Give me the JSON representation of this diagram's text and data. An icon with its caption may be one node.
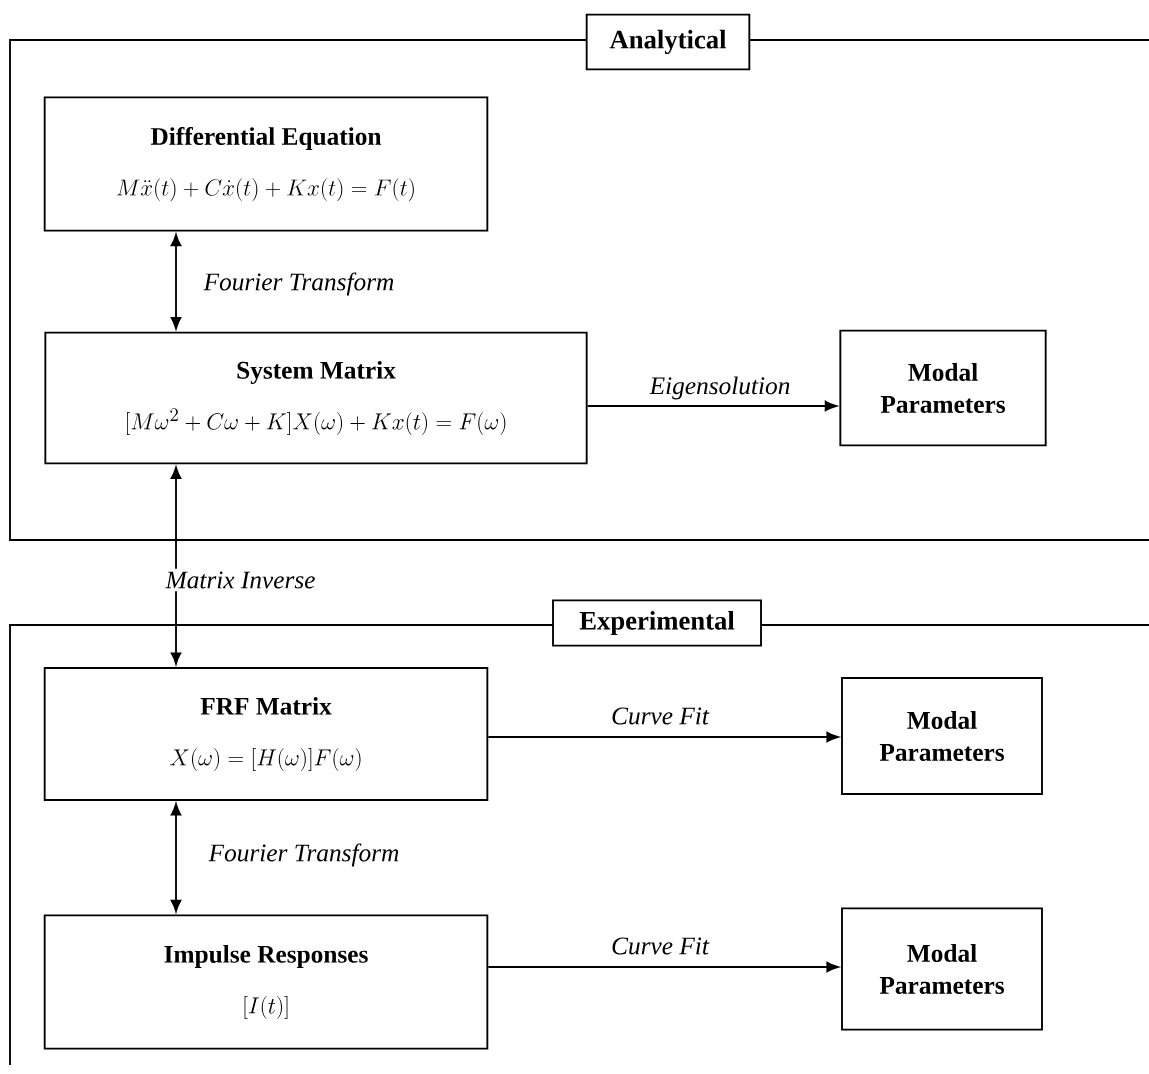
{
  "diagram": {
    "nodes": [
      {
        "text": [
          "Analytical"
        ]
      },
      {
        "text": [
          "Differential Equation",
          "M\\ddot{x}(t) + C\\dot{x}(t) + Kx(t) = F(t)"
        ],
        "in": 0
      },
      {
        "text": [
          "System Matrix",
          "[M\\omega^{2} + C\\omega + K]X(\\omega) + Kx(t) = F(\\omega)"
        ],
        "in": 0
      },
      {
        "text": [
          "Modal Parameters"
        ],
        "in": 0
      },
      {
        "text": [
          "Experimental"
        ]
      },
      {
        "text": [
          "FRF Matrix",
          "X(\\omega) = [H(\\omega)]F(\\omega)"
        ],
        "in": 4
      },
      {
        "text": [
          "Modal Parameters"
        ],
        "in": 4
      },
      {
        "text": [
          "Impulse Responses",
          "[I(t)]"
        ],
        "in": 4
      },
      {
        "text": [
          "Modal Parameters"
        ],
        "in": 4
      }
    ],
    "edges": [
      {
        "from": 1,
        "to": 2,
        "arrow": "both",
        "label": "Fourier Transform"
      },
      {
        "from": 2,
        "to": 3,
        "arrow": "to",
        "label": "Eigensolution"
      },
      {
        "from": 2,
        "to": 5,
        "arrow": "both",
        "label": "Matrix Inverse"
      },
      {
        "from": 5,
        "to": 6,
        "arrow": "to",
        "label": "Curve Fit"
      },
      {
        "from": 5,
        "to": 7,
        "arrow": "both",
        "label": "Fourier Transform"
      },
      {
        "from": 7,
        "to": 8,
        "arrow": "to",
        "label": "Curve Fit"
      }
    ]
  }
}
